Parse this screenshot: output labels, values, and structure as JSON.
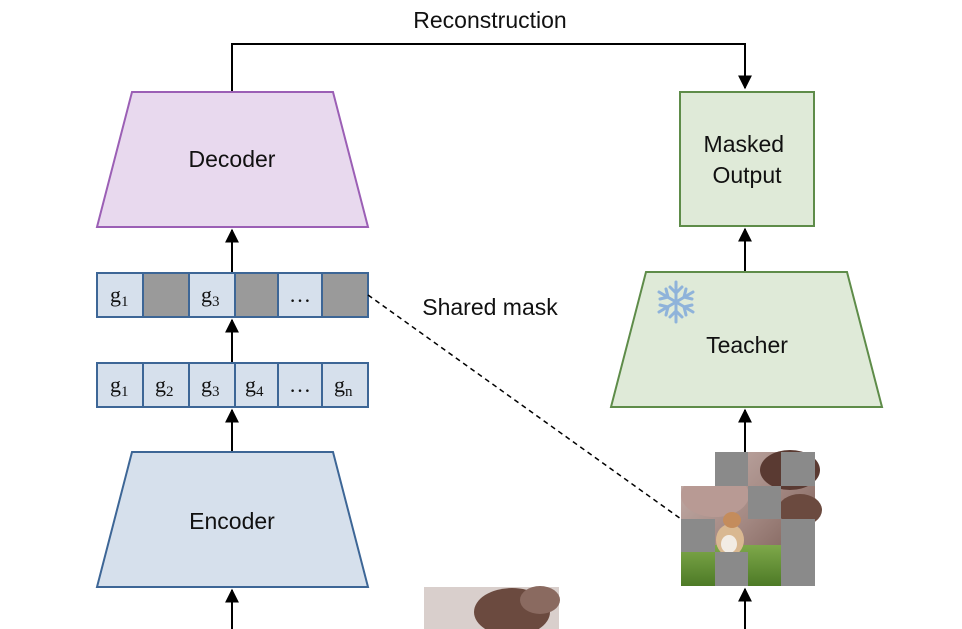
{
  "labels": {
    "reconstruction": "Reconstruction",
    "decoder": "Decoder",
    "encoder": "Encoder",
    "masked_output_line1": "Masked",
    "masked_output_line2": "Output",
    "teacher": "Teacher",
    "shared_mask": "Shared mask"
  },
  "masked_tokens": {
    "t1": "g",
    "t1_sub": "1",
    "t3": "g",
    "t3_sub": "3",
    "t5": "…"
  },
  "full_tokens": {
    "t1": "g",
    "t1_sub": "1",
    "t2": "g",
    "t2_sub": "2",
    "t3": "g",
    "t3_sub": "3",
    "t4": "g",
    "t4_sub": "4",
    "t5": "…",
    "t6": "g",
    "t6_sub": "n"
  },
  "icons": {
    "teacher_frozen": "snowflake-icon"
  },
  "colors": {
    "decoder_fill": "#e8d9ee",
    "decoder_stroke": "#9b5fb5",
    "encoder_fill": "#d6e0ec",
    "encoder_stroke": "#3d6696",
    "teacher_fill": "#dfead8",
    "teacher_stroke": "#5e8c49",
    "mask_gray": "#9a9a9a",
    "token_fill": "#d6e0ec",
    "token_stroke": "#3d6696"
  }
}
